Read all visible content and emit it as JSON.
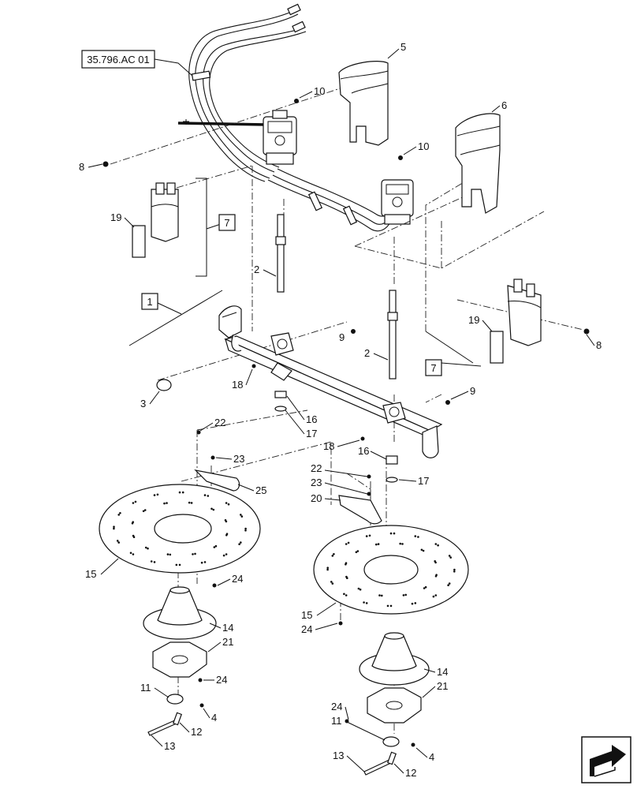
{
  "reference": "35.796.AC 01",
  "callouts": {
    "c1": "1",
    "c2a": "2",
    "c2b": "2",
    "c3": "3",
    "c4a": "4",
    "c4b": "4",
    "c5": "5",
    "c6": "6",
    "c7a": "7",
    "c7b": "7",
    "c8a": "8",
    "c8b": "8",
    "c9a": "9",
    "c9b": "9",
    "c10a": "10",
    "c10b": "10",
    "c11a": "11",
    "c11b": "11",
    "c12a": "12",
    "c12b": "12",
    "c13a": "13",
    "c13b": "13",
    "c14a": "14",
    "c14b": "14",
    "c15a": "15",
    "c15b": "15",
    "c16a": "16",
    "c16b": "16",
    "c17a": "17",
    "c17b": "17",
    "c18a": "18",
    "c18b": "18",
    "c19a": "19",
    "c19b": "19",
    "c20": "20",
    "c21a": "21",
    "c21b": "21",
    "c22a": "22",
    "c22b": "22",
    "c23a": "23",
    "c23b": "23",
    "c24a": "24",
    "c24b": "24",
    "c24c": "24",
    "c24d": "24",
    "c25": "25"
  },
  "icons": {
    "nav": "next-page-arrow-icon"
  }
}
